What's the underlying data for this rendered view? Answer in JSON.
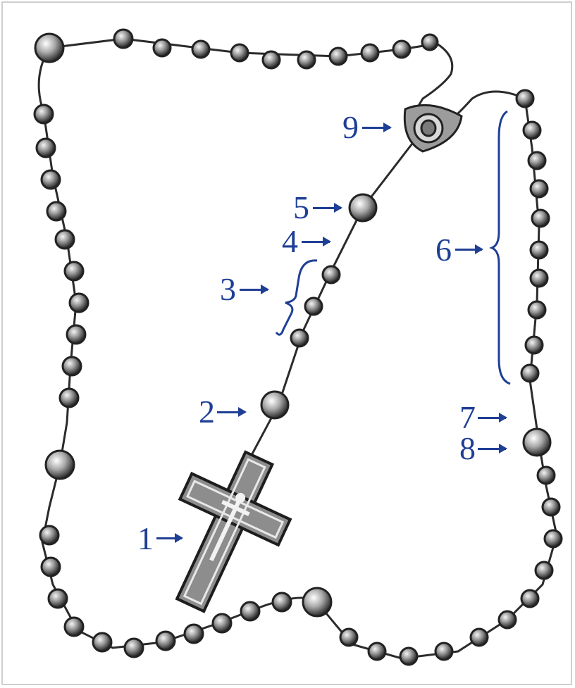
{
  "labels": {
    "l1": "1",
    "l2": "2",
    "l3": "3",
    "l4": "4",
    "l5": "5",
    "l6": "6",
    "l7": "7",
    "l8": "8",
    "l9": "9"
  },
  "colors": {
    "label_blue": "#1f3f95",
    "bead_dark": "#2a2a2a",
    "bead_light": "#e8e8e8"
  }
}
